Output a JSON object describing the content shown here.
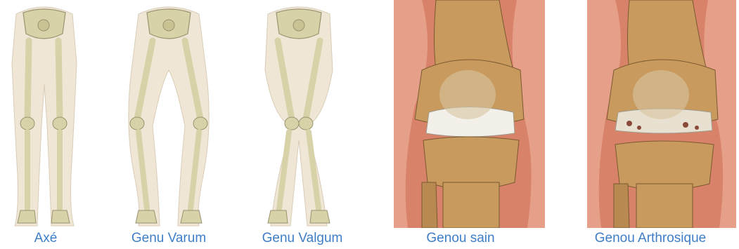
{
  "captions": {
    "axe": "Axé",
    "varum": "Genu Varum",
    "valgum": "Genu Valgum",
    "sain": "Genou sain",
    "arthrosique": "Genou Arthrosique"
  },
  "colors": {
    "caption": "#3f7ec7",
    "skin": "#efe6d6",
    "bone": "#d8d2a8",
    "bone_outline": "#9a9470",
    "knee_bg": "#d9826a",
    "knee_bone": "#c99a5e",
    "cartilage": "#f3f0ea"
  }
}
